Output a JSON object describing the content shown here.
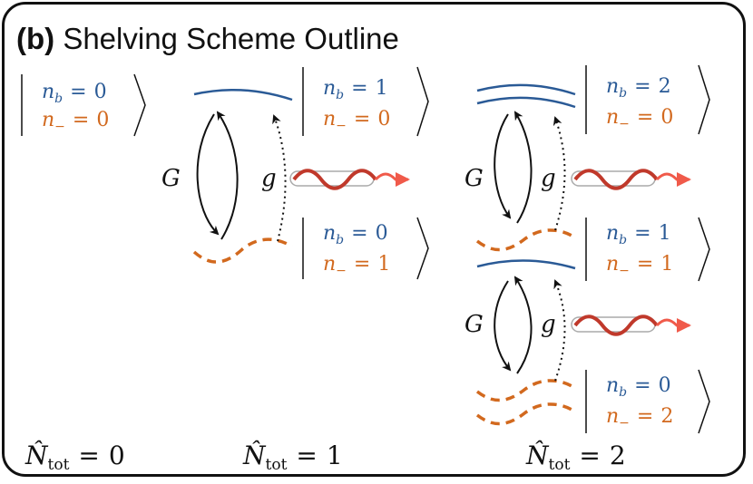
{
  "title": {
    "tag": "(b)",
    "text": "Shelving Scheme Outline"
  },
  "colors": {
    "blue": "#2a5a96",
    "orange": "#d2691e",
    "photon_wave": "#c0392b",
    "photon_fade": "#f08080",
    "arrow": "#111111"
  },
  "couplings": {
    "strong": "G",
    "weak": "g"
  },
  "sectors": [
    {
      "label": "N̂_tot = 0",
      "states": [
        {
          "nb": "0",
          "nminus": "0"
        }
      ]
    },
    {
      "label": "N̂_tot = 1",
      "states": [
        {
          "nb": "1",
          "nminus": "0"
        },
        {
          "nb": "0",
          "nminus": "1"
        }
      ]
    },
    {
      "label": "N̂_tot = 2",
      "states": [
        {
          "nb": "2",
          "nminus": "0"
        },
        {
          "nb": "1",
          "nminus": "1"
        },
        {
          "nb": "0",
          "nminus": "2"
        }
      ]
    }
  ],
  "symbols": {
    "nb": "n",
    "nb_sub": "b",
    "nminus": "n",
    "nminus_sub": "−",
    "equals": "=",
    "ntot": "N̂",
    "ntot_sub": "tot"
  }
}
